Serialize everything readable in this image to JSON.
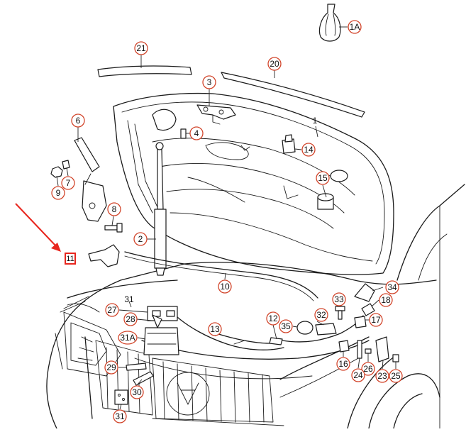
{
  "diagram": {
    "highlight_color": "#e8261e",
    "callout_color": "#d2462c",
    "callouts": [
      {
        "id": "c-1a",
        "text": "1A"
      },
      {
        "id": "c-21",
        "text": "21"
      },
      {
        "id": "c-20",
        "text": "20"
      },
      {
        "id": "c-3",
        "text": "3"
      },
      {
        "id": "c-6",
        "text": "6"
      },
      {
        "id": "c-4",
        "text": "4"
      },
      {
        "id": "c-14",
        "text": "14"
      },
      {
        "id": "c-15",
        "text": "15"
      },
      {
        "id": "c-9",
        "text": "9"
      },
      {
        "id": "c-7",
        "text": "7"
      },
      {
        "id": "c-8",
        "text": "8"
      },
      {
        "id": "c-2",
        "text": "2"
      },
      {
        "id": "c-10",
        "text": "10"
      },
      {
        "id": "c-34",
        "text": "34"
      },
      {
        "id": "c-33",
        "text": "33"
      },
      {
        "id": "c-18",
        "text": "18"
      },
      {
        "id": "c-27",
        "text": "27"
      },
      {
        "id": "c-28",
        "text": "28"
      },
      {
        "id": "c-12",
        "text": "12"
      },
      {
        "id": "c-32",
        "text": "32"
      },
      {
        "id": "c-17",
        "text": "17"
      },
      {
        "id": "c-35",
        "text": "35"
      },
      {
        "id": "c-13",
        "text": "13"
      },
      {
        "id": "c-31a",
        "text": "31A"
      },
      {
        "id": "c-16",
        "text": "16"
      },
      {
        "id": "c-29",
        "text": "29"
      },
      {
        "id": "c-26",
        "text": "26"
      },
      {
        "id": "c-24",
        "text": "24"
      },
      {
        "id": "c-23",
        "text": "23"
      },
      {
        "id": "c-25",
        "text": "25"
      },
      {
        "id": "c-30",
        "text": "30"
      },
      {
        "id": "c-31",
        "text": "31"
      }
    ],
    "plain_labels": [
      {
        "id": "p-1",
        "text": "1"
      },
      {
        "id": "p-31",
        "text": "31"
      }
    ],
    "highlighted_part": {
      "text": "11"
    }
  }
}
